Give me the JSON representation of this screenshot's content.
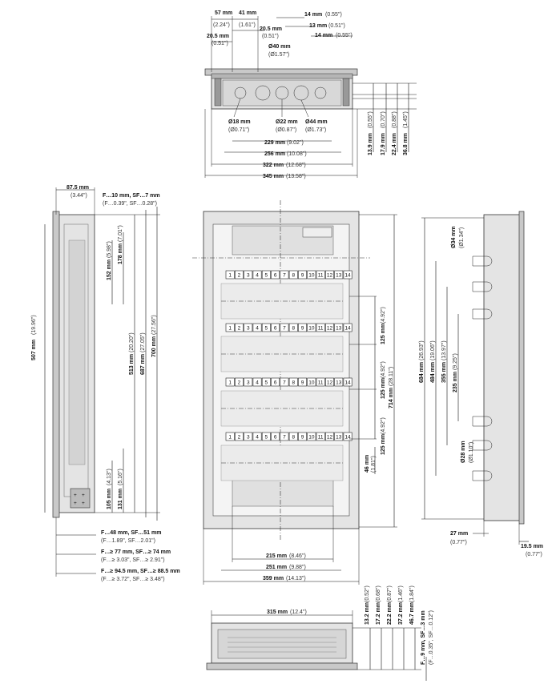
{
  "top_view": {
    "dims_top": [
      {
        "value": "57 mm",
        "inch": "(2.24\")"
      },
      {
        "value": "41 mm",
        "inch": "(1.61\")"
      },
      {
        "value": "20.5 mm",
        "inch": "(0.51\")"
      },
      {
        "value": "14 mm",
        "inch": "(0.55\")"
      },
      {
        "value": "13 mm",
        "inch": "(0.51\")"
      },
      {
        "value": "20.5 mm",
        "inch": "(0.51\")"
      },
      {
        "value": "Ø40 mm",
        "inch": "(Ø1.57\")"
      },
      {
        "value": "14 mm",
        "inch": "(0.55\")"
      }
    ],
    "holes": [
      {
        "value": "Ø18 mm",
        "inch": "(Ø0.71\")"
      },
      {
        "value": "Ø22 mm",
        "inch": "(Ø0.87\")"
      },
      {
        "value": "Ø44 mm",
        "inch": "(Ø1.73\")"
      }
    ],
    "dims_bottom": [
      {
        "value": "229 mm",
        "inch": "(9.02\")"
      },
      {
        "value": "256 mm",
        "inch": "(10.08\")"
      },
      {
        "value": "322 mm",
        "inch": "(12.68\")"
      },
      {
        "value": "345 mm",
        "inch": "(13.58\")"
      }
    ],
    "dims_right": [
      {
        "value": "13.9 mm",
        "inch": "(0.55\")"
      },
      {
        "value": "17.9 mm",
        "inch": "(0.70\")"
      },
      {
        "value": "22.4 mm",
        "inch": "(0.88\")"
      },
      {
        "value": "36.8 mm",
        "inch": "(1.45\")"
      }
    ]
  },
  "side_view": {
    "top_dim": {
      "value": "87.5 mm",
      "inch": "(3.44\")"
    },
    "note_top": {
      "line1": "F…10 mm, SF…7 mm",
      "line2": "(F…0.39\", SF…0.28\")"
    },
    "vertical": [
      {
        "value": "507 mm",
        "inch": "(19.96\")"
      },
      {
        "value": "152 mm",
        "inch": "(5.98\")"
      },
      {
        "value": "178 mm",
        "inch": "(7.01\")"
      },
      {
        "value": "513 mm",
        "inch": "(20.20\")"
      },
      {
        "value": "687 mm",
        "inch": "(27.05\")"
      },
      {
        "value": "700 mm",
        "inch": "(27.56\")"
      },
      {
        "value": "105 mm",
        "inch": "(4.13\")"
      },
      {
        "value": "131 mm",
        "inch": "(5.16\")"
      }
    ],
    "notes_bottom": [
      {
        "line1": "F…48 mm, SF…51 mm",
        "line2": "(F…1.89\", SF…2.01\")"
      },
      {
        "line1": "F…≥ 77 mm, SF…≥ 74 mm",
        "line2": "(F…≥ 3.03\", SF…≥ 2.91\")"
      },
      {
        "line1": "F…≥ 94.5 mm, SF…≥ 88.5 mm",
        "line2": "(F…≥ 3.72\", SF…≥ 3.48\")"
      }
    ]
  },
  "front_view": {
    "modules": [
      "1",
      "2",
      "3",
      "4",
      "5",
      "6",
      "7",
      "8",
      "9",
      "10",
      "11",
      "12",
      "13",
      "14"
    ],
    "right_dims": [
      {
        "value": "125 mm",
        "inch": "(4.92\")"
      },
      {
        "value": "125 mm",
        "inch": "(4.92\")"
      },
      {
        "value": "125 mm",
        "inch": "(4.92\")"
      },
      {
        "value": "46 mm",
        "inch": "(1.81\")"
      },
      {
        "value": "714 mm",
        "inch": "(28.11\")"
      }
    ],
    "bottom_dims": [
      {
        "value": "215 mm",
        "inch": "(8.46\")"
      },
      {
        "value": "251 mm",
        "inch": "(9.88\")"
      },
      {
        "value": "359 mm",
        "inch": "(14.13\")"
      }
    ]
  },
  "right_view": {
    "holes": [
      {
        "value": "Ø34 mm",
        "inch": "(Ø1.34\")"
      },
      {
        "value": "Ø28 mm",
        "inch": "(Ø1.10\")"
      }
    ],
    "vertical": [
      {
        "value": "684 mm",
        "inch": "(26.93\")"
      },
      {
        "value": "484 mm",
        "inch": "(19.06\")"
      },
      {
        "value": "355 mm",
        "inch": "(13.97\")"
      },
      {
        "value": "235 mm",
        "inch": "(9.25\")"
      }
    ],
    "bottom": [
      {
        "value": "27 mm",
        "inch": "(0.77\")"
      },
      {
        "value": "19.5 mm",
        "inch": "(0.77\")"
      }
    ]
  },
  "bottom_view": {
    "width": {
      "value": "315 mm",
      "inch": "(12.4\")"
    },
    "right": [
      {
        "value": "13.2 mm",
        "inch": "(0.52\")"
      },
      {
        "value": "17.2 mm",
        "inch": "(0.68\")"
      },
      {
        "value": "22.2 mm",
        "inch": "(0.87\")"
      },
      {
        "value": "37.2 mm",
        "inch": "(1.46\")"
      },
      {
        "value": "46.7 mm",
        "inch": "(1.84\")"
      }
    ],
    "note": {
      "line1": "F…9 mm, SF…3 mm",
      "line2": "(F…0.35\", SF…0.12\")"
    }
  }
}
